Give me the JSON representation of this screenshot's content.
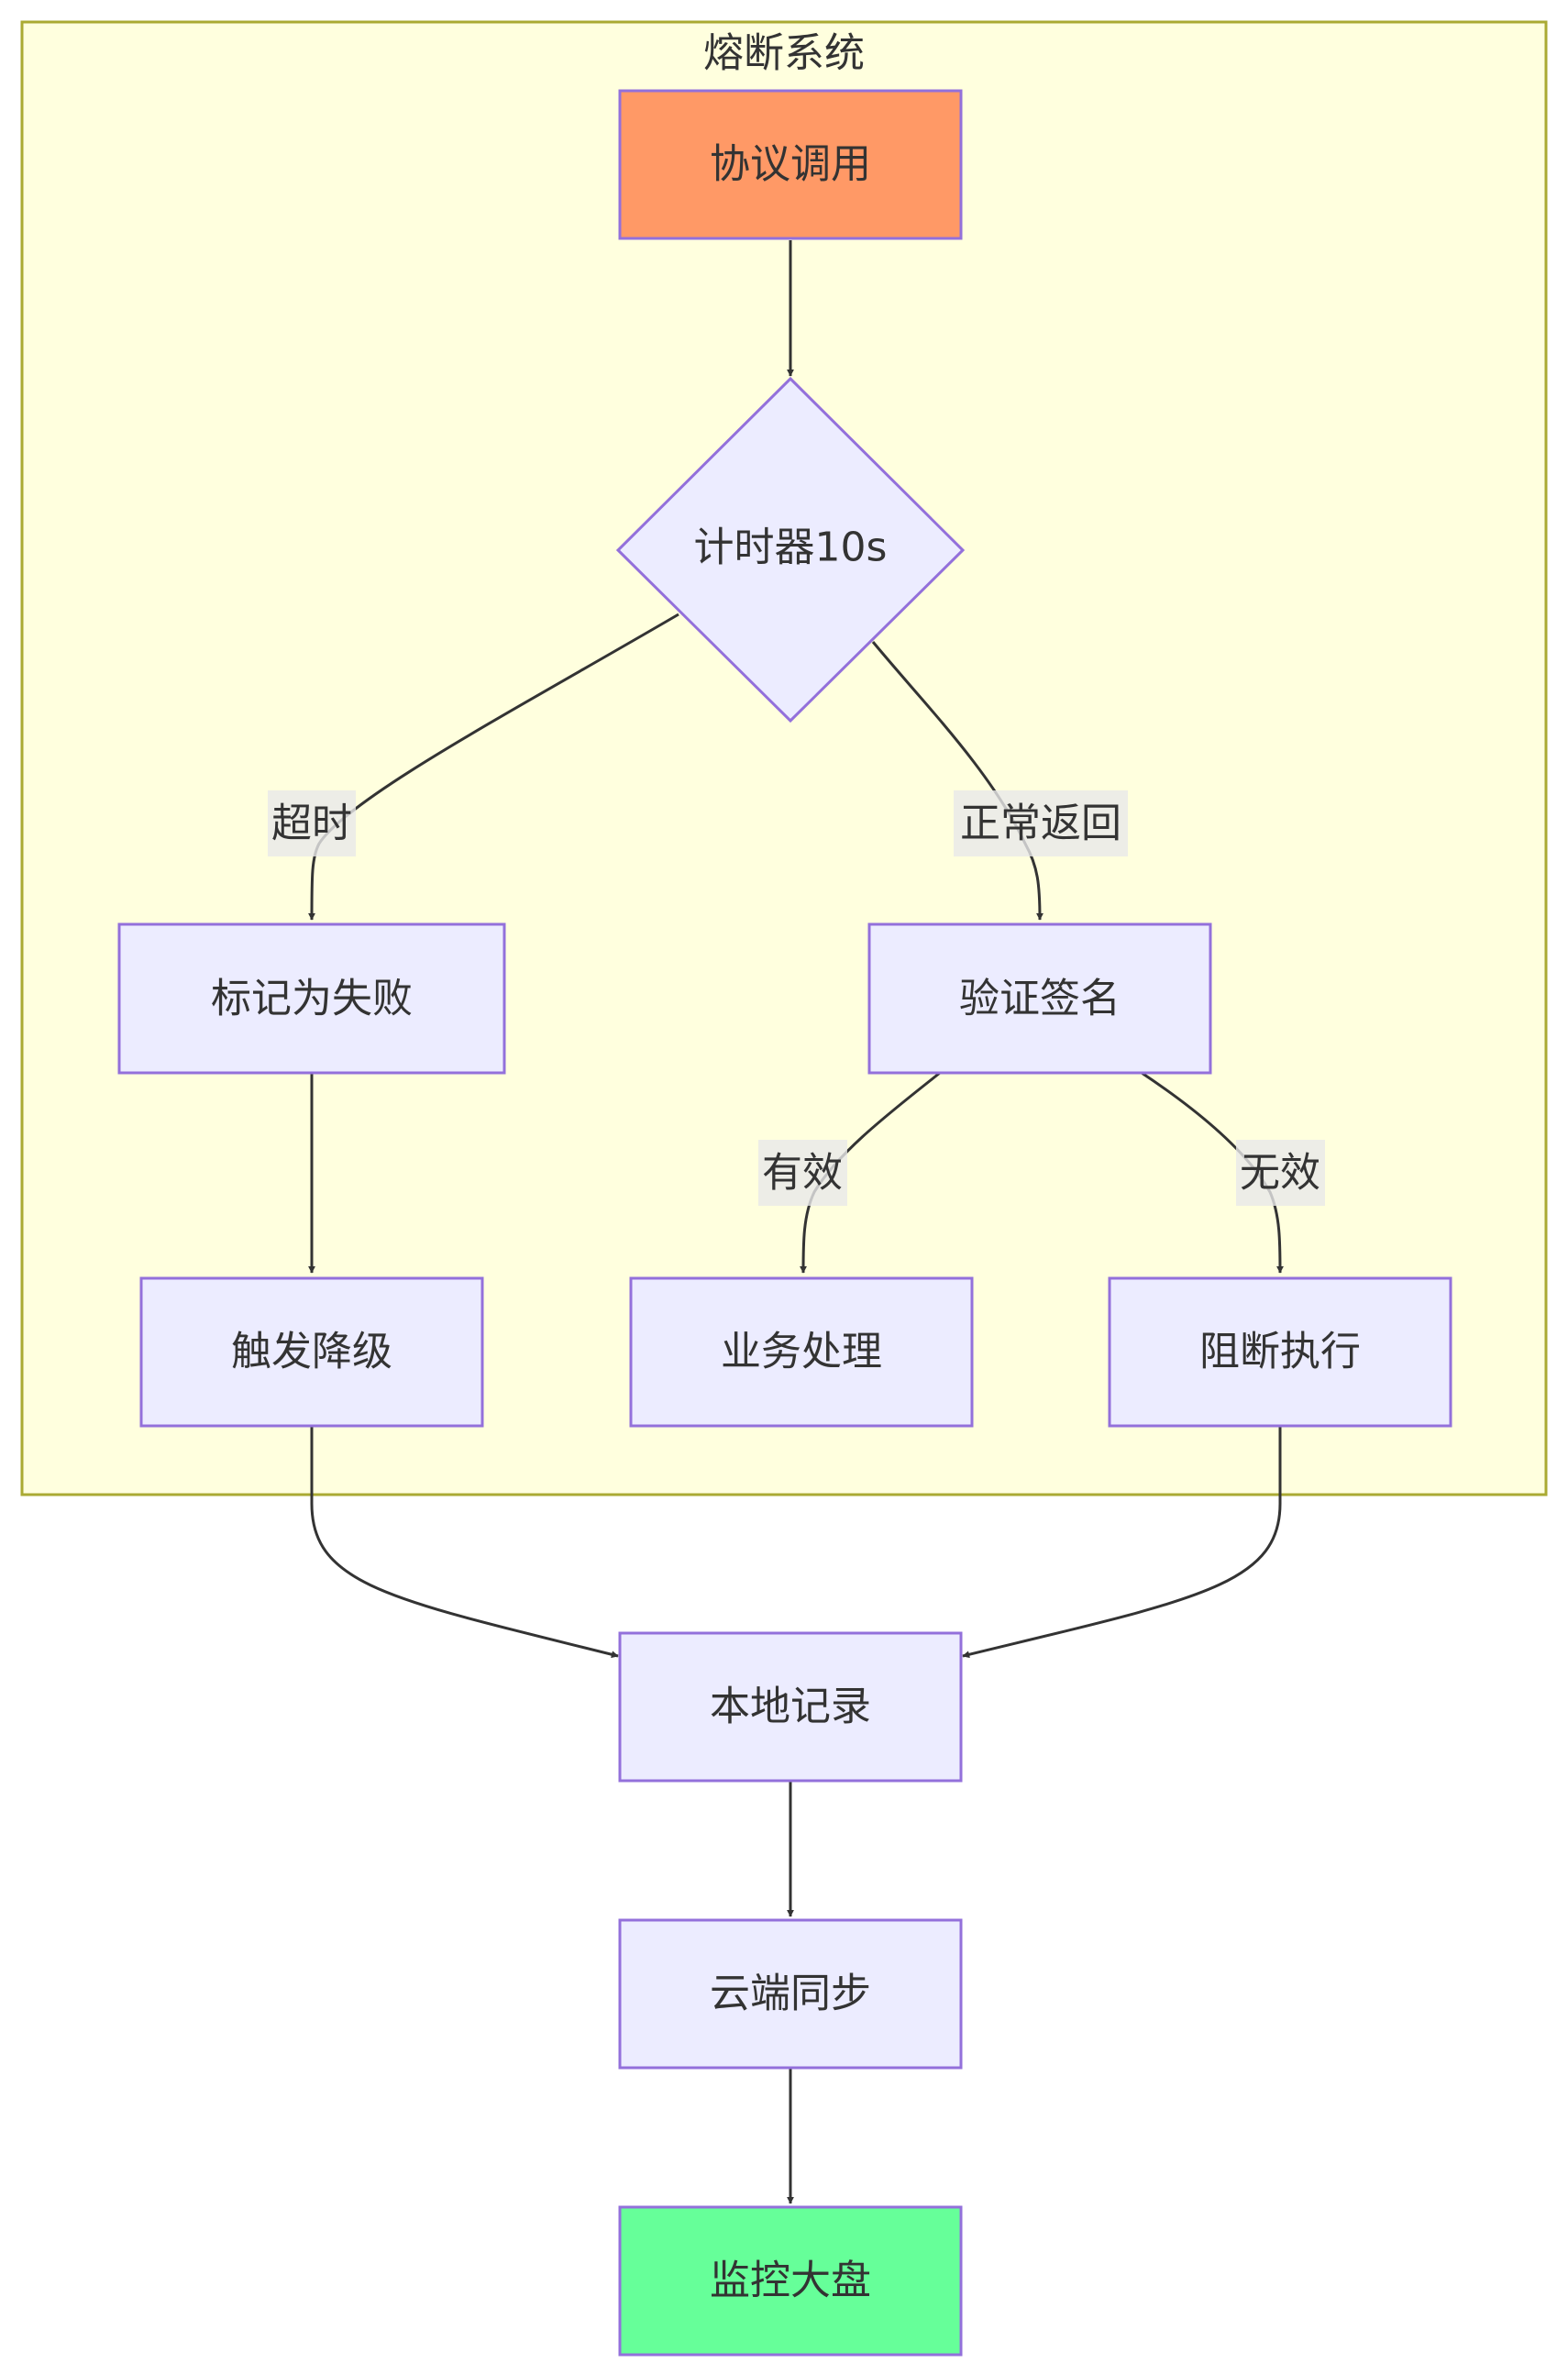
{
  "cluster": {
    "title": "熔断系统"
  },
  "nodes": {
    "protocol_call": {
      "label": "协议调用"
    },
    "timer": {
      "label": "计时器10s"
    },
    "mark_failed": {
      "label": "标记为失败"
    },
    "verify_signature": {
      "label": "验证签名"
    },
    "trigger_degrade": {
      "label": "触发降级"
    },
    "business_process": {
      "label": "业务处理"
    },
    "block_execution": {
      "label": "阻断执行"
    },
    "local_record": {
      "label": "本地记录"
    },
    "cloud_sync": {
      "label": "云端同步"
    },
    "dashboard": {
      "label": "监控大盘"
    }
  },
  "edges": {
    "timeout": {
      "label": "超时"
    },
    "normal_return": {
      "label": "正常返回"
    },
    "valid": {
      "label": "有效"
    },
    "invalid": {
      "label": "无效"
    }
  },
  "colors": {
    "cluster_fill": "#ffffde",
    "cluster_stroke": "#aaaa33",
    "node_fill": "#ececff",
    "node_stroke": "#9370db",
    "start_fill": "#ff9966",
    "end_fill": "#66ff99",
    "edge_label_bg": "#e8e8e8",
    "edge": "#333333"
  }
}
